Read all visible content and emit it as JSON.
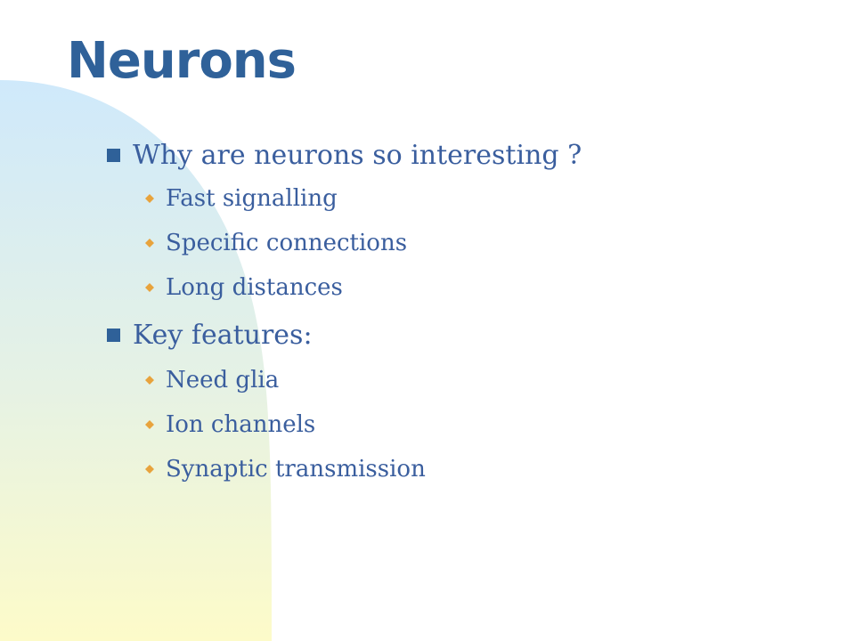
{
  "slide": {
    "title": "Neurons",
    "colors": {
      "title": "#2f6199",
      "text": "#3a5e9e",
      "bullet_primary": "#2f6199",
      "bullet_secondary": "#e8a33c",
      "background_gradient_top": "#cfe9fb",
      "background_gradient_bottom": "#fdfbc9"
    },
    "bullets": [
      {
        "text": "Why are neurons so interesting ?",
        "icon": "square-bullet-icon",
        "subitems": [
          {
            "text": "Fast signalling",
            "icon": "diamond-bullet-icon"
          },
          {
            "text": "Specific connections",
            "icon": "diamond-bullet-icon"
          },
          {
            "text": "Long distances",
            "icon": "diamond-bullet-icon"
          }
        ]
      },
      {
        "text": "Key features:",
        "icon": "square-bullet-icon",
        "subitems": [
          {
            "text": "Need glia",
            "icon": "diamond-bullet-icon"
          },
          {
            "text": "Ion channels",
            "icon": "diamond-bullet-icon"
          },
          {
            "text": "Synaptic transmission",
            "icon": "diamond-bullet-icon"
          }
        ]
      }
    ]
  }
}
